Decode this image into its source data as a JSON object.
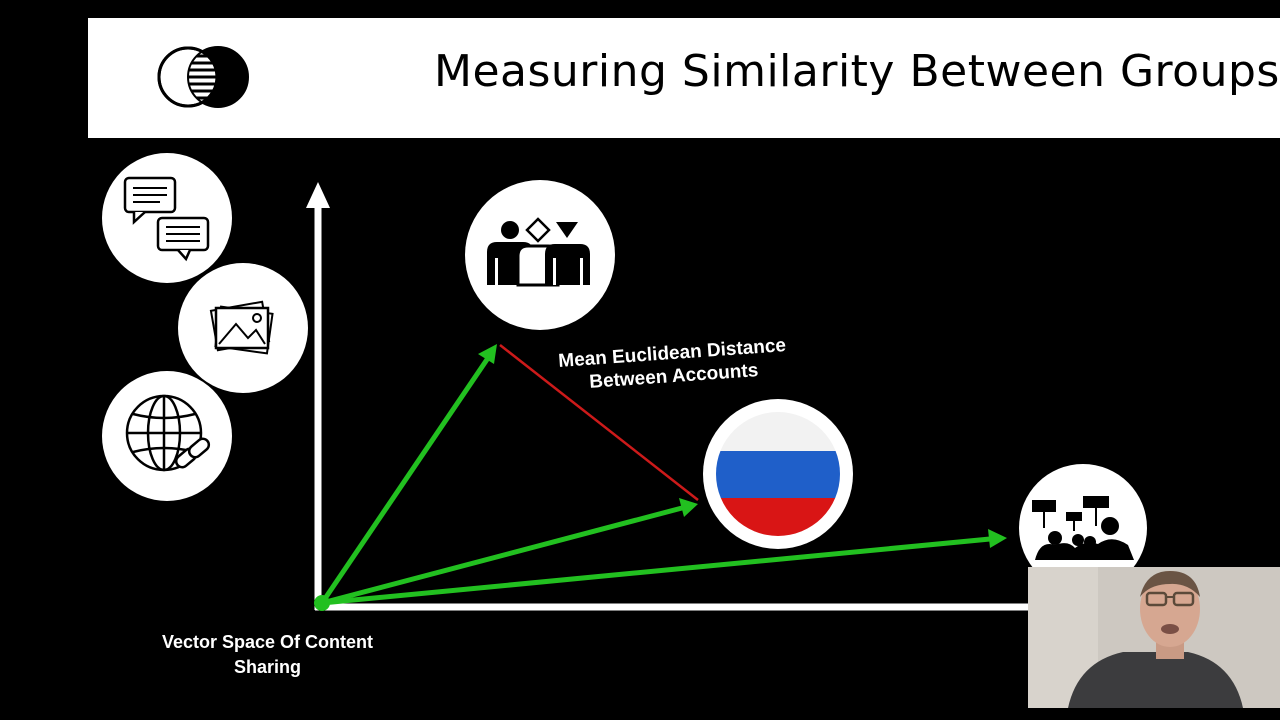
{
  "header": {
    "title": "Measuring Similarity Between Groups",
    "logo_icon": "overlapping-circles-icon"
  },
  "diagram": {
    "distance_label": "Mean Euclidean Distance Between Accounts",
    "axis_label": "Vector Space Of Content Sharing",
    "content_icons": [
      "chat-bubbles-icon",
      "images-icon",
      "globe-link-icon"
    ],
    "vector_targets": [
      "diverse-people-icon",
      "russia-flag-icon",
      "protest-crowd-icon"
    ],
    "colors": {
      "vector": "#22c020",
      "distance_line": "#cc1a1a",
      "axis": "#ffffff",
      "flag_white": "#f2f2f2",
      "flag_blue": "#1f5fc9",
      "flag_red": "#d91515"
    }
  },
  "webcam": {
    "icon": "presenter-video-icon"
  }
}
